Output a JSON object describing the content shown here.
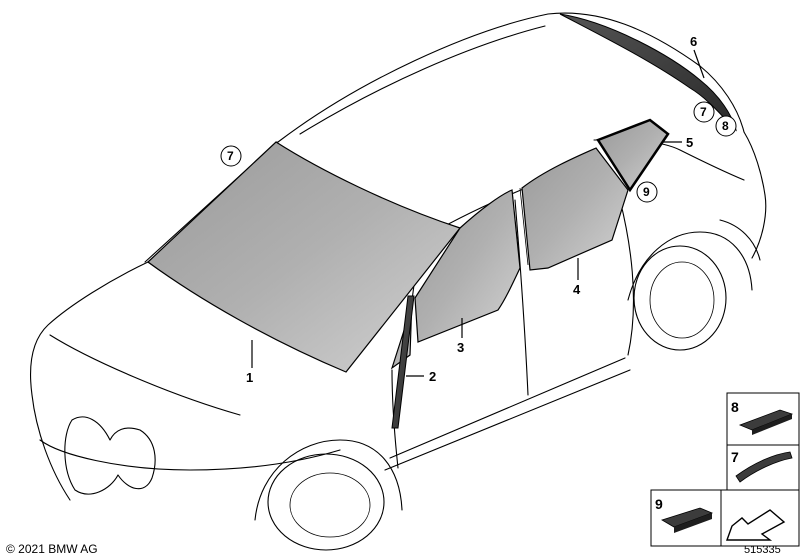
{
  "callouts": {
    "c1": "1",
    "c2": "2",
    "c3": "3",
    "c4": "4",
    "c5": "5",
    "c6": "6",
    "circ_windshield": "7",
    "circ_rear_upper": "7",
    "circ_rear": "8",
    "circ_quarter": "9"
  },
  "legend": {
    "box8_label": "8",
    "box7_label": "7",
    "box9_label": "9"
  },
  "footer": {
    "copyright": "© 2021 BMW AG",
    "diagram_number": "515335"
  },
  "colors": {
    "glass_light": "#c8c8c8",
    "glass_dark": "#8a8a8a",
    "part_dark": "#3c3c3c"
  }
}
